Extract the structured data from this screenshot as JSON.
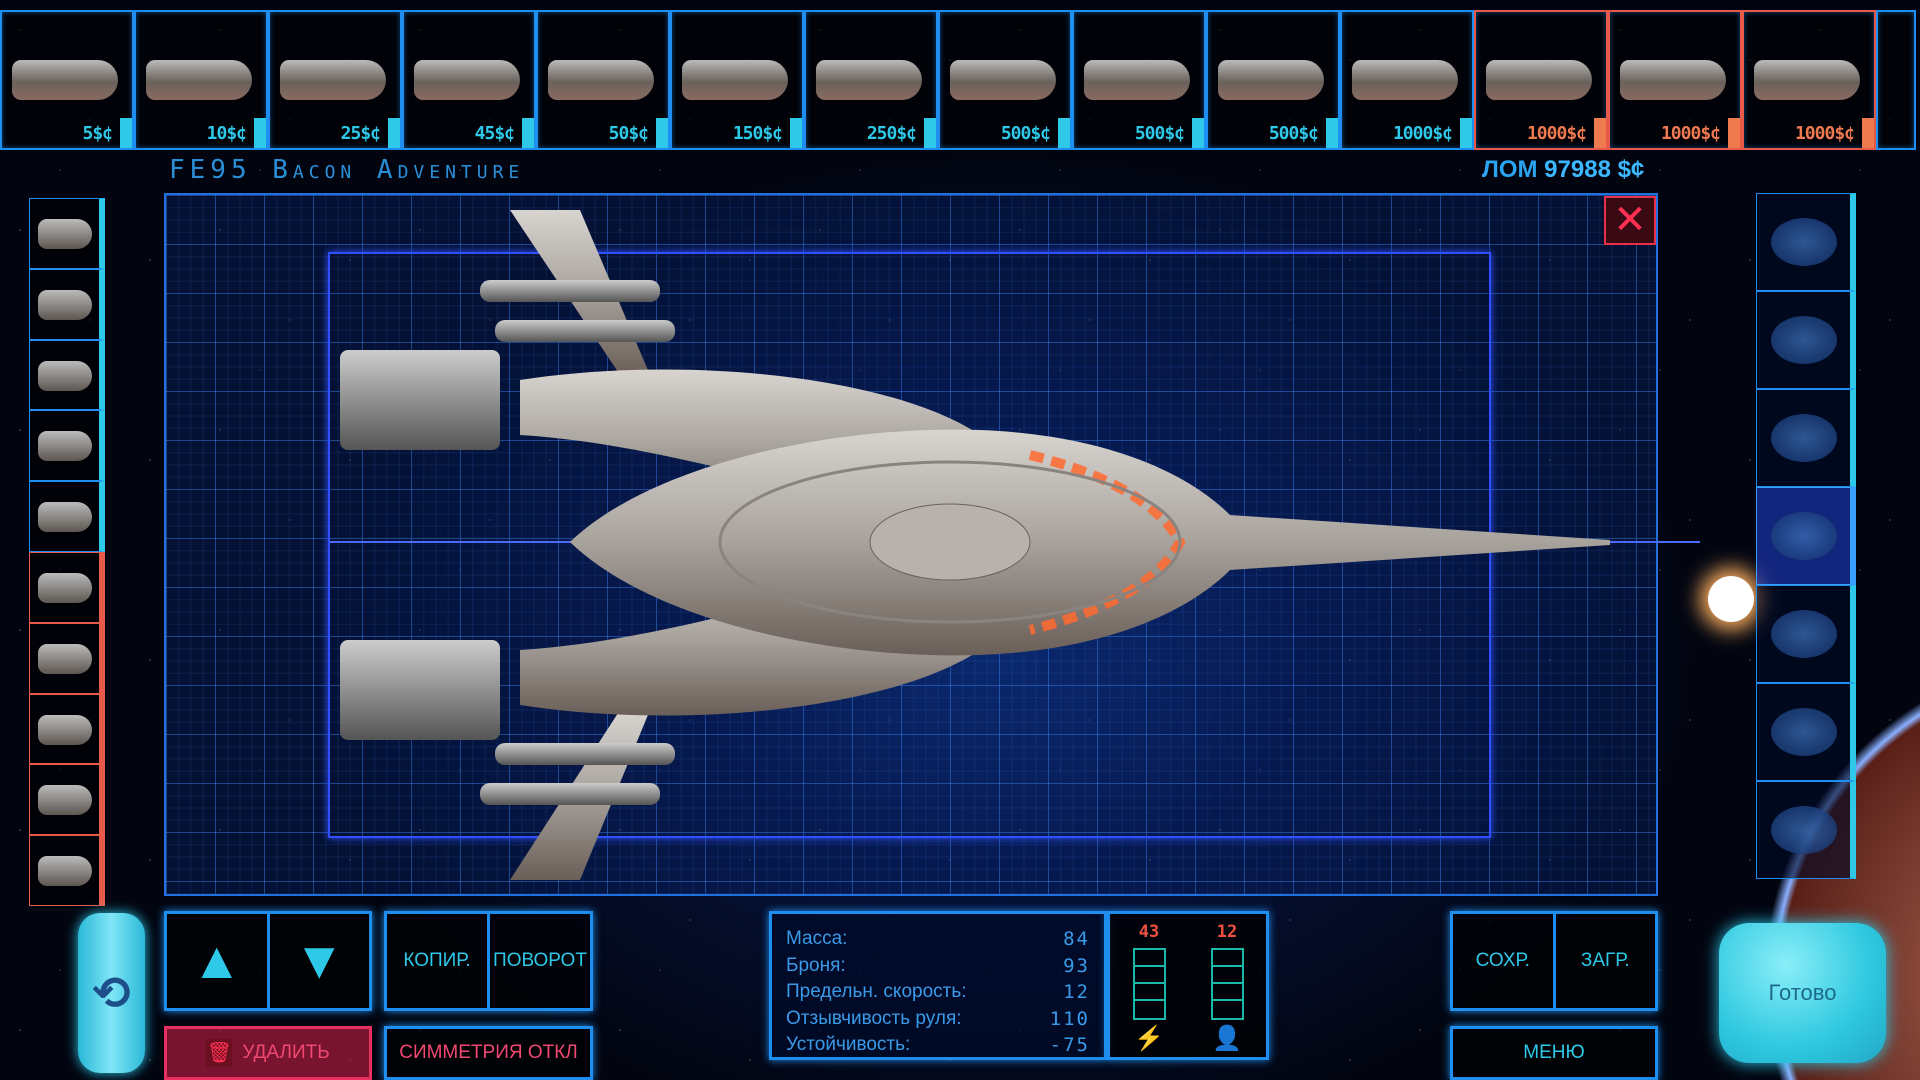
{
  "shop": {
    "items": [
      {
        "price": "5$¢",
        "locked": false
      },
      {
        "price": "10$¢",
        "locked": false
      },
      {
        "price": "25$¢",
        "locked": false
      },
      {
        "price": "45$¢",
        "locked": false
      },
      {
        "price": "50$¢",
        "locked": false
      },
      {
        "price": "150$¢",
        "locked": false
      },
      {
        "price": "250$¢",
        "locked": false
      },
      {
        "price": "500$¢",
        "locked": false
      },
      {
        "price": "500$¢",
        "locked": false
      },
      {
        "price": "500$¢",
        "locked": false
      },
      {
        "price": "1000$¢",
        "locked": false
      },
      {
        "price": "1000$¢",
        "locked": true
      },
      {
        "price": "1000$¢",
        "locked": true
      },
      {
        "price": "1000$¢",
        "locked": true
      }
    ]
  },
  "ship_name": "FE95 Bacon Adventure",
  "scrap": {
    "label": "ЛОМ",
    "value": "97988 $¢"
  },
  "close_label": "✕",
  "left_parts": {
    "count": 10,
    "locked_from": 6
  },
  "right_parts": {
    "count": 7,
    "selected": 4
  },
  "buttons": {
    "copy": "КОПИР.",
    "rotate": "ПОВОРОТ",
    "delete": "УДАЛИТЬ",
    "symmetry": "СИММЕТРИЯ ОТКЛ",
    "save": "СОХР.",
    "load": "ЗАГР.",
    "menu": "МЕНЮ",
    "done": "Готово",
    "undo": "⟲",
    "up": "▲",
    "down": "▼"
  },
  "stats": [
    {
      "label": "Масса:",
      "value": "84"
    },
    {
      "label": "Броня:",
      "value": "93"
    },
    {
      "label": "Предельн. скорость:",
      "value": "12"
    },
    {
      "label": "Отзывчивость руля:",
      "value": "110"
    },
    {
      "label": "Устойчивость:",
      "value": "-75"
    }
  ],
  "resources": {
    "power": "43",
    "crew": "12",
    "power_icon": "lightning-icon",
    "crew_icon": "person-icon"
  },
  "colors": {
    "accent": "#1e8ff0",
    "cyan": "#2ec8e8",
    "locked": "#e85a48",
    "danger": "#e83060"
  }
}
